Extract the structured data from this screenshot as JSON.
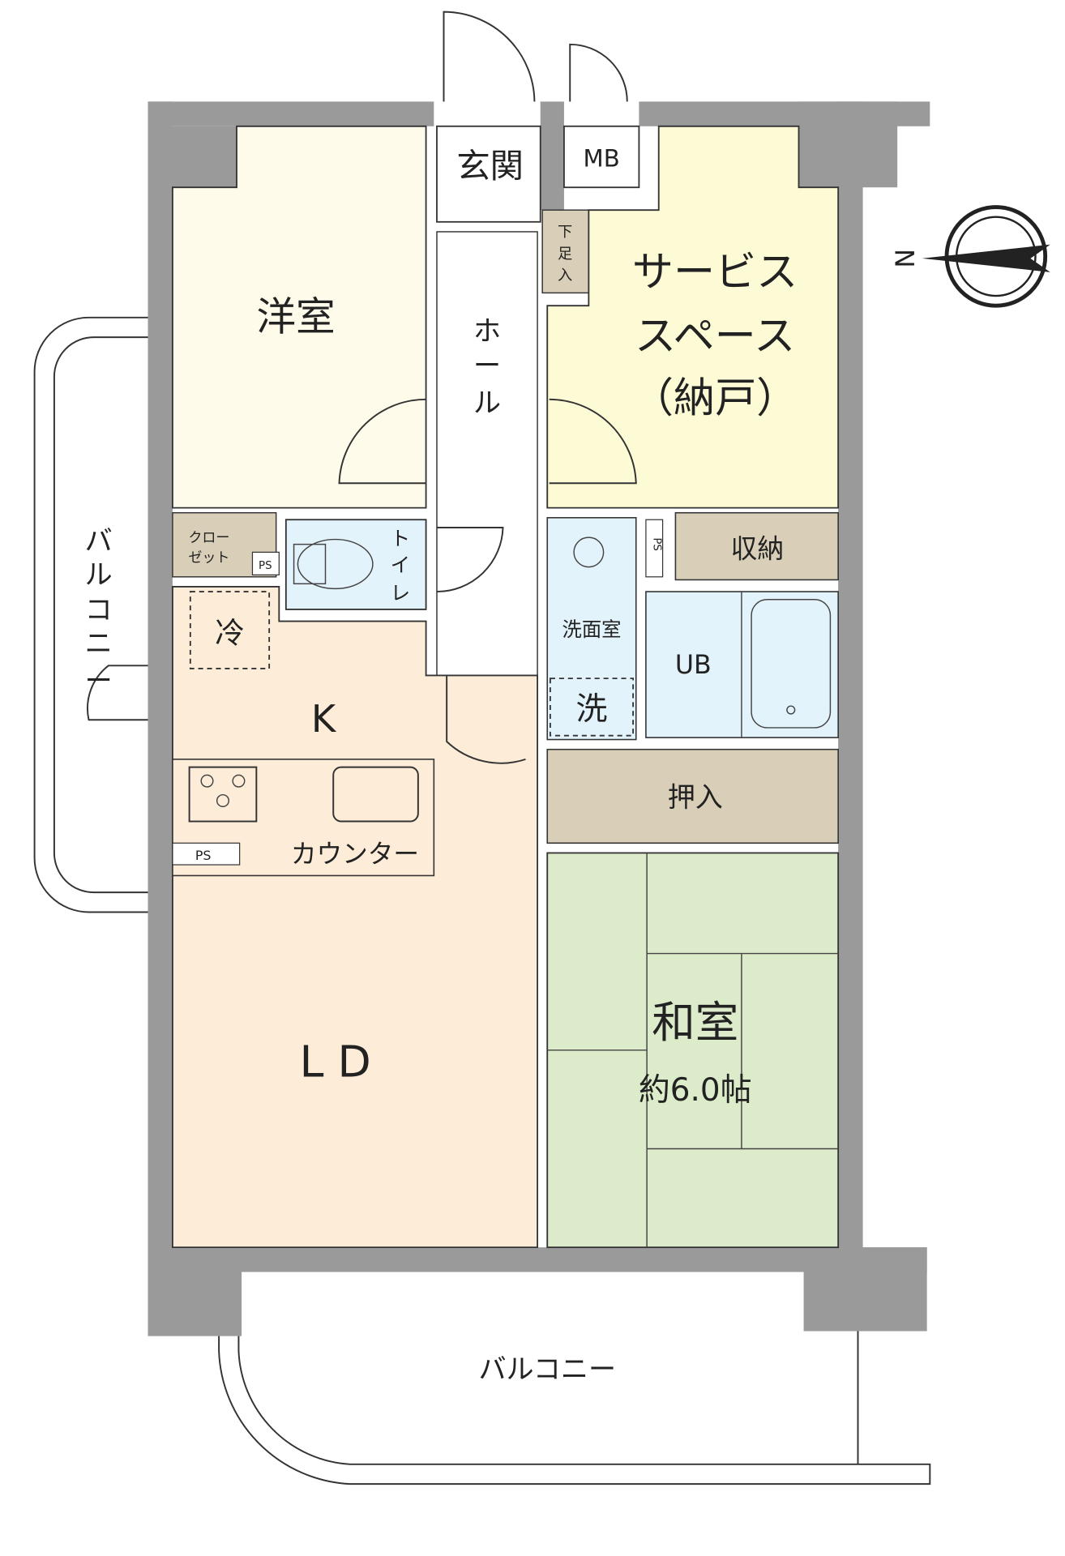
{
  "rooms": {
    "western_room": "洋室",
    "entrance": "玄関",
    "meter_box": "MB",
    "shoe_storage": [
      "下",
      "足",
      "入"
    ],
    "hall": [
      "ホ",
      "ー",
      "ル"
    ],
    "service_space": [
      "サービス",
      "スペース",
      "（納戸）"
    ],
    "closet": [
      "クロー",
      "ゼット"
    ],
    "ps": "PS",
    "toilet": [
      "ト",
      "イ",
      "レ"
    ],
    "fridge": "冷",
    "kitchen": "K",
    "counter": "カウンター",
    "living_dining": "L D",
    "washroom": "洗面室",
    "washer": "洗",
    "unit_bath": "UB",
    "storage": "収納",
    "oshiire": "押入",
    "japanese_room": "和室",
    "japanese_room_size": "約6.0帖",
    "balcony_side": [
      "バ",
      "ル",
      "コ",
      "ニ",
      "ー"
    ],
    "balcony_bottom": "バルコニー"
  },
  "compass": {
    "label": "N",
    "direction": "left"
  },
  "colors": {
    "wall": "#9a9a9a",
    "western_room": "#fefbea",
    "service_space": "#fdfad6",
    "kitchen_ld": "#fdecd8",
    "wet_area": "#e3f3fb",
    "storage": "#d9cfb8",
    "japanese_room": "#dcebc9"
  }
}
